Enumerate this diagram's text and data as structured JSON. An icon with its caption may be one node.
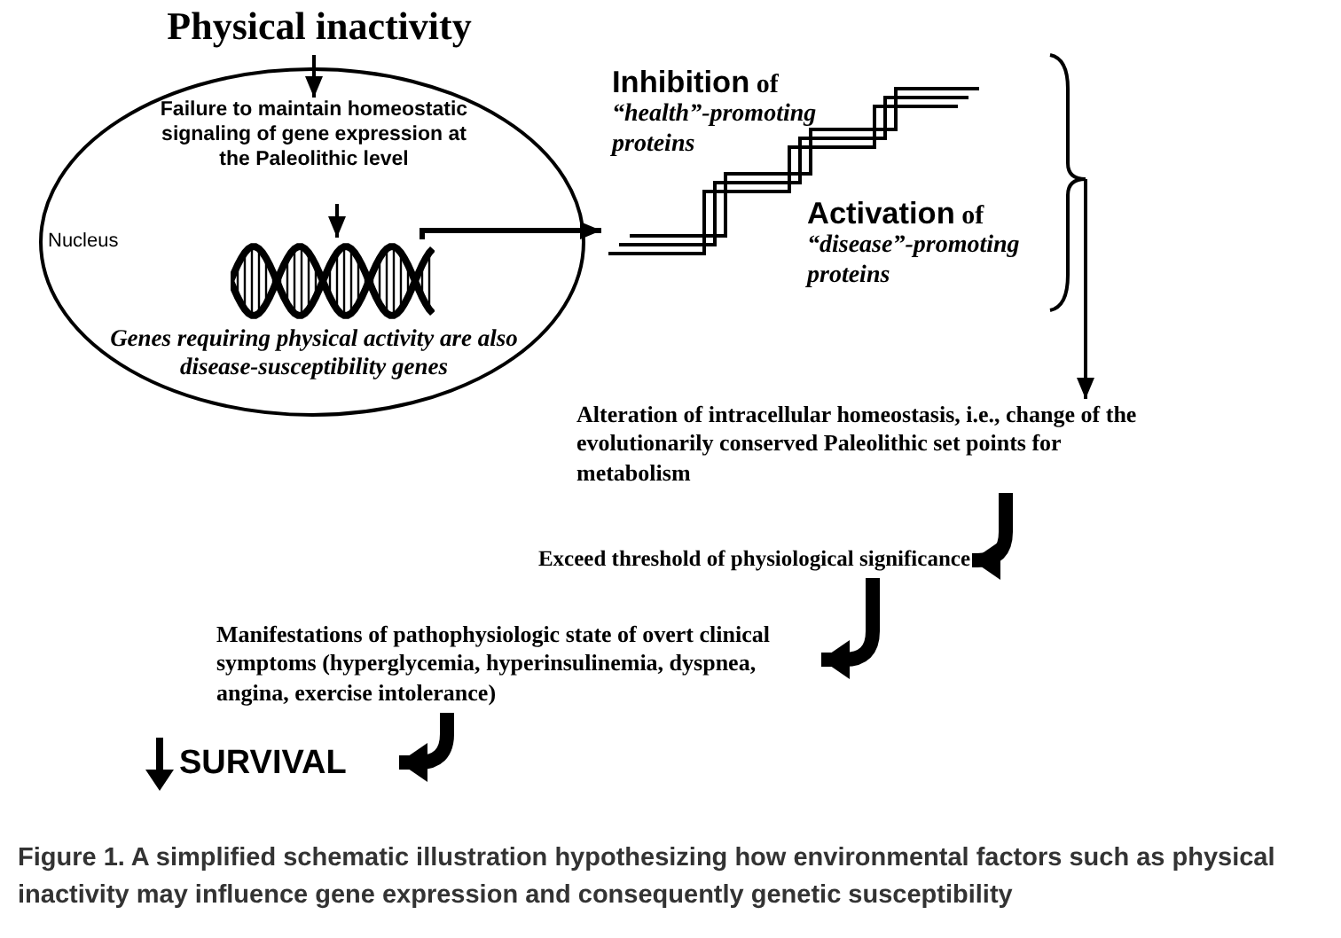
{
  "diagram": {
    "caption": "Figure 1. A simplified schematic illustration hypothesizing how environmental factors such as physical inactivity may influence gene expression and consequently genetic susceptibility",
    "nodes": [
      {
        "text": [
          "Physical inactivity"
        ]
      },
      {
        "text": [
          "Nucleus"
        ]
      },
      {
        "text": [
          "Failure to maintain homeostatic signaling of gene expression at the Paleolithic level"
        ],
        "in": 1
      },
      {
        "text": [],
        "shape": "picture",
        "in": 1,
        "beside": [
          "Genes requiring physical activity are also disease-susceptibility genes"
        ]
      },
      {
        "text": [
          "**Inhibition** of",
          "“health”-promoting proteins",
          "**Activation** of",
          "“disease”-promoting proteins"
        ]
      },
      {
        "text": [
          "Alteration of intracellular homeostasis, i.e., change of the evolutionarily conserved Paleolithic set points for metabolism"
        ]
      },
      {
        "text": [
          "Exceed threshold of physiological significance"
        ]
      },
      {
        "text": [
          "Manifestations of pathophysiologic state of overt clinical symptoms (hyperglycemia, hyperinsulinemia, dyspnea, angina, exercise intolerance)"
        ]
      },
      {
        "text": [
          "SURVIVAL"
        ]
      }
    ],
    "edges": [
      {
        "from": 0,
        "to": 2,
        "arrow": "to"
      },
      {
        "from": 2,
        "to": 3,
        "arrow": "to"
      },
      {
        "from": 3,
        "to": 4,
        "arrow": "to"
      },
      {
        "from": 4,
        "to": 5,
        "arrow": "to"
      },
      {
        "from": 5,
        "to": 6,
        "arrow": "to",
        "style": "thick"
      },
      {
        "from": 6,
        "to": 7,
        "arrow": "to",
        "style": "thick"
      },
      {
        "from": 7,
        "to": 8,
        "arrow": "to",
        "style": "thick"
      }
    ]
  }
}
